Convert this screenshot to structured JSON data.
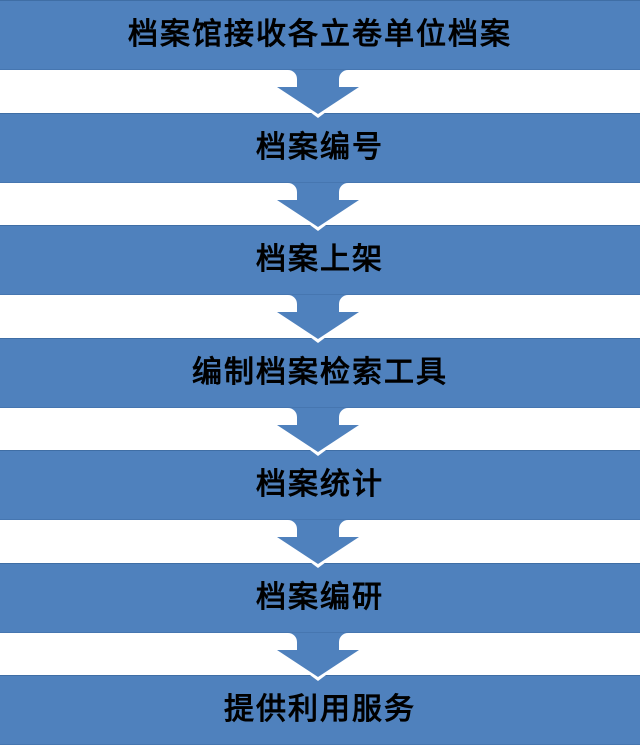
{
  "flowchart": {
    "type": "vertical-process-flow",
    "step_count": 7,
    "connector_icon": "down-arrow-icon",
    "colors": {
      "bar_fill": "#4f81bd",
      "bar_border": "#3f6ea5",
      "arrow_fill": "#4f81bd",
      "text": "#000000",
      "background": "#ffffff"
    },
    "steps": [
      {
        "label": "档案馆接收各立卷单位档案"
      },
      {
        "label": "档案编号"
      },
      {
        "label": "档案上架"
      },
      {
        "label": "编制档案检索工具"
      },
      {
        "label": "档案统计"
      },
      {
        "label": "档案编研"
      },
      {
        "label": "提供利用服务"
      }
    ]
  }
}
